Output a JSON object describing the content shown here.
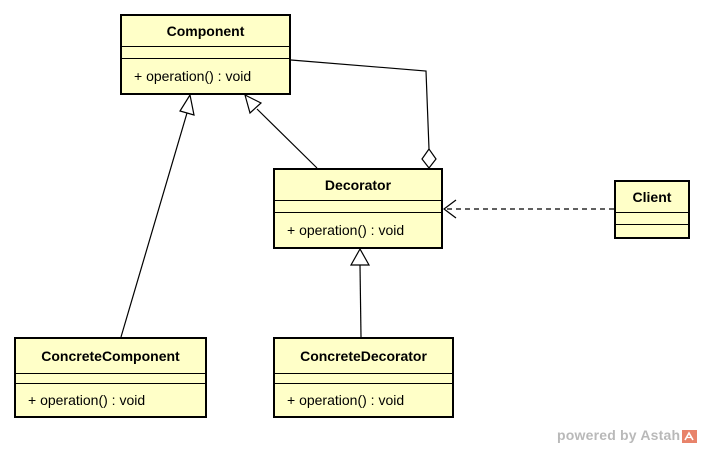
{
  "diagram": {
    "colors": {
      "class_fill": "#ffffc8",
      "line": "#000000",
      "watermark": "#b9b9b9",
      "logo": "#e8836a"
    },
    "classes": {
      "component": {
        "name": "Component",
        "operation": "+ operation() : void"
      },
      "decorator": {
        "name": "Decorator",
        "operation": "+ operation() : void"
      },
      "client": {
        "name": "Client"
      },
      "concrete_component": {
        "name": "ConcreteComponent",
        "operation": "+ operation() : void"
      },
      "concrete_decorator": {
        "name": "ConcreteDecorator",
        "operation": "+ operation() : void"
      }
    },
    "relationships": [
      {
        "type": "generalization",
        "from": "ConcreteComponent",
        "to": "Component"
      },
      {
        "type": "generalization",
        "from": "Decorator",
        "to": "Component"
      },
      {
        "type": "aggregation",
        "from": "Decorator",
        "to": "Component"
      },
      {
        "type": "generalization",
        "from": "ConcreteDecorator",
        "to": "Decorator"
      },
      {
        "type": "dependency",
        "from": "Client",
        "to": "Decorator"
      }
    ]
  },
  "watermark": {
    "text": "powered by Astah"
  }
}
